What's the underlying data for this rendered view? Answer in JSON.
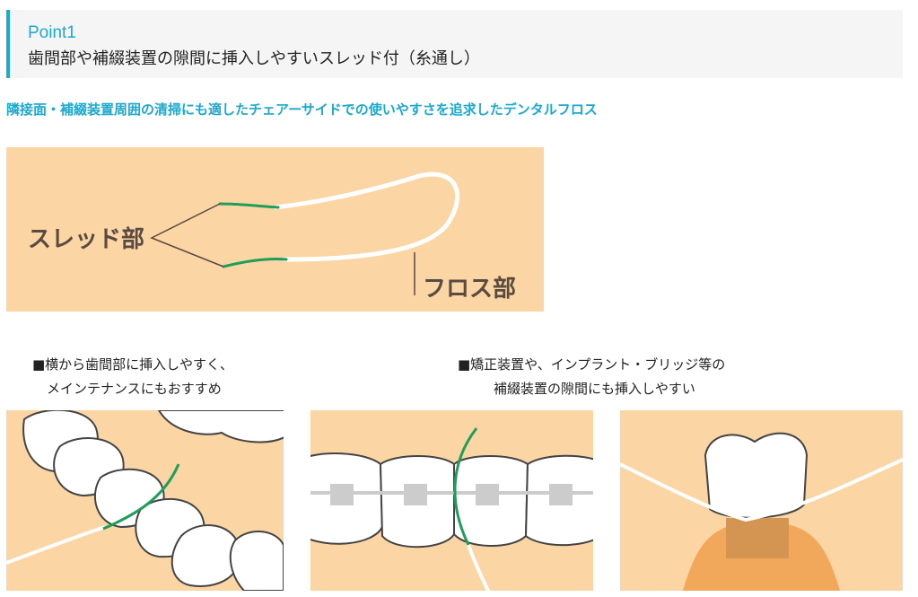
{
  "point": {
    "label": "Point1",
    "title": "歯間部や補綴装置の隙間に挿入しやすいスレッド付（糸通し）"
  },
  "subtitle": "隣接面・補綴装置周囲の清掃にも適したチェアーサイドでの使いやすさを追求したデンタルフロス",
  "diagram": {
    "thread_label": "スレッド部",
    "floss_label": "フロス部"
  },
  "captions": {
    "left": [
      "■横から歯間部に挿入しやすく、",
      "メインテナンスにもおすすめ"
    ],
    "right": [
      "■矯正装置や、インプラント・ブリッジ等の",
      "補綴装置の隙間にも挿入しやすい"
    ]
  },
  "colors": {
    "accent": "#1ba9cf",
    "panel": "#fbd5a3",
    "thread_green": "#1f9e5a",
    "label_brown": "#594a42"
  }
}
